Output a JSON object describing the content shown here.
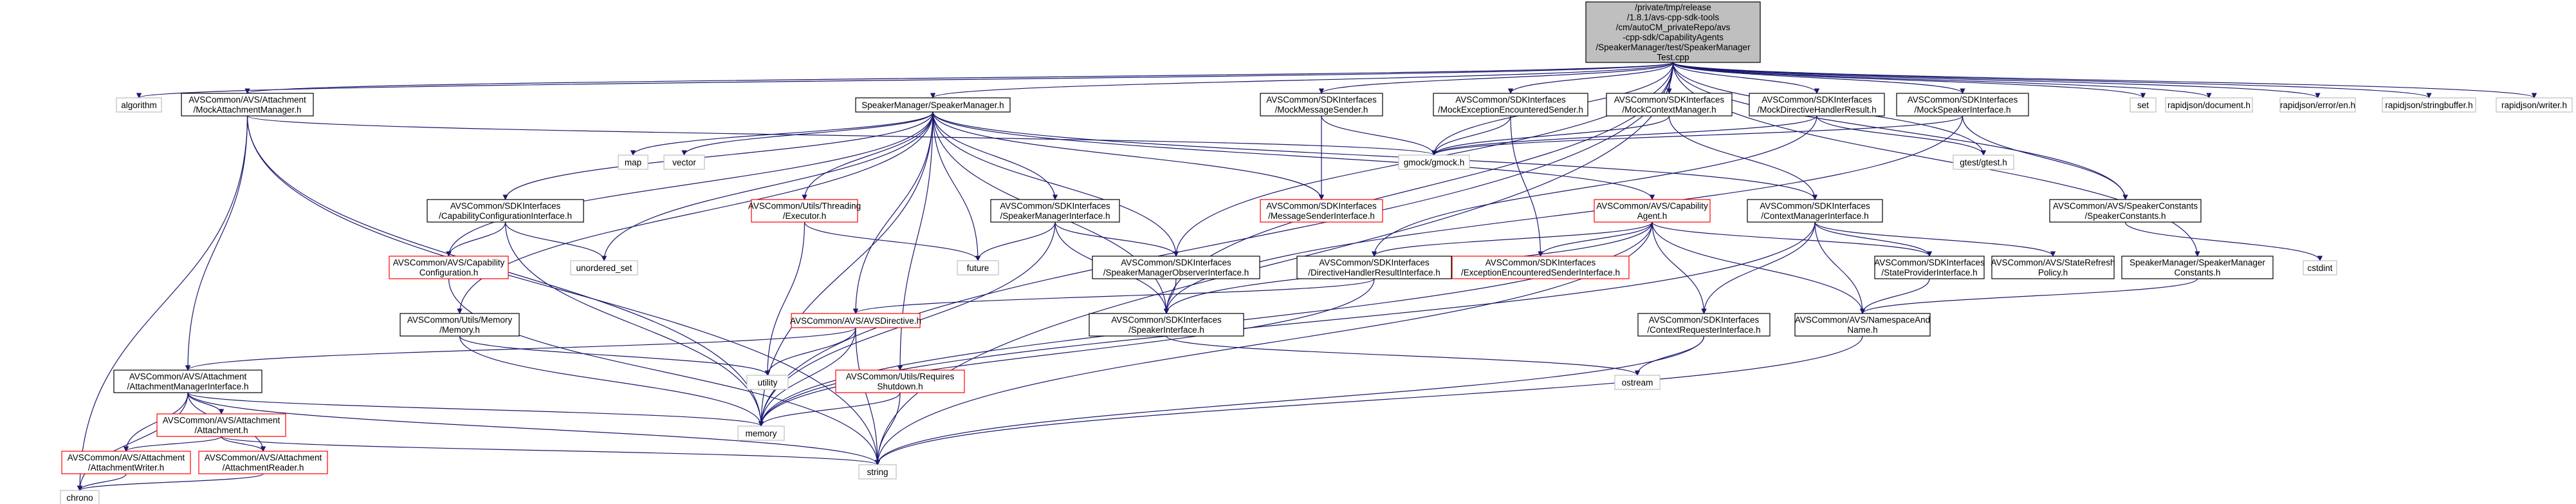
{
  "colors": {
    "root_fill": "#bfbfbf",
    "root_border": "#000000",
    "node_border": "#000000",
    "missing_border": "#ff0000",
    "plain_border": "#bfbfbf",
    "edge": "#191970"
  },
  "nodes": [
    {
      "id": "root",
      "style": "root",
      "lines": [
        "/private/tmp/release",
        "/1.8.1/avs-cpp-sdk-tools",
        "/cm/autoCM_privateRepo/avs",
        "-cpp-sdk/CapabilityAgents",
        "/SpeakerManager/test/SpeakerManager",
        "Test.cpp"
      ]
    },
    {
      "id": "algorithm",
      "style": "plain",
      "lines": [
        "algorithm"
      ]
    },
    {
      "id": "mockAttachmentManager",
      "style": "normal",
      "lines": [
        "AVSCommon/AVS/Attachment",
        "/MockAttachmentManager.h"
      ]
    },
    {
      "id": "speakerManager",
      "style": "normal",
      "lines": [
        "SpeakerManager/SpeakerManager.h"
      ]
    },
    {
      "id": "mockMessageSender",
      "style": "normal",
      "lines": [
        "AVSCommon/SDKInterfaces",
        "/MockMessageSender.h"
      ]
    },
    {
      "id": "mockExceptionSender",
      "style": "normal",
      "lines": [
        "AVSCommon/SDKInterfaces",
        "/MockExceptionEncounteredSender.h"
      ]
    },
    {
      "id": "mockContextManager",
      "style": "normal",
      "lines": [
        "AVSCommon/SDKInterfaces",
        "/MockContextManager.h"
      ]
    },
    {
      "id": "mockDirectiveHandlerResult",
      "style": "normal",
      "lines": [
        "AVSCommon/SDKInterfaces",
        "/MockDirectiveHandlerResult.h"
      ]
    },
    {
      "id": "mockSpeakerInterface",
      "style": "normal",
      "lines": [
        "AVSCommon/SDKInterfaces",
        "/MockSpeakerInterface.h"
      ]
    },
    {
      "id": "set",
      "style": "plain",
      "lines": [
        "set"
      ]
    },
    {
      "id": "rjDocument",
      "style": "plain",
      "lines": [
        "rapidjson/document.h"
      ]
    },
    {
      "id": "rjError",
      "style": "plain",
      "lines": [
        "rapidjson/error/en.h"
      ]
    },
    {
      "id": "rjStringbuffer",
      "style": "plain",
      "lines": [
        "rapidjson/stringbuffer.h"
      ]
    },
    {
      "id": "rjWriter",
      "style": "plain",
      "lines": [
        "rapidjson/writer.h"
      ]
    },
    {
      "id": "map",
      "style": "plain",
      "lines": [
        "map"
      ]
    },
    {
      "id": "vector",
      "style": "plain",
      "lines": [
        "vector"
      ]
    },
    {
      "id": "gmock",
      "style": "plain",
      "lines": [
        "gmock/gmock.h"
      ]
    },
    {
      "id": "gtest",
      "style": "plain",
      "lines": [
        "gtest/gtest.h"
      ]
    },
    {
      "id": "capabilityConfigurationInterface",
      "style": "normal",
      "lines": [
        "AVSCommon/SDKInterfaces",
        "/CapabilityConfigurationInterface.h"
      ]
    },
    {
      "id": "threadingExecutor",
      "style": "missing",
      "lines": [
        "AVSCommon/Utils/Threading",
        "/Executor.h"
      ]
    },
    {
      "id": "speakerManagerInterface",
      "style": "normal",
      "lines": [
        "AVSCommon/SDKInterfaces",
        "/SpeakerManagerInterface.h"
      ]
    },
    {
      "id": "messageSenderInterface",
      "style": "missing",
      "lines": [
        "AVSCommon/SDKInterfaces",
        "/MessageSenderInterface.h"
      ]
    },
    {
      "id": "capabilityAgent",
      "style": "missing",
      "lines": [
        "AVSCommon/AVS/Capability",
        "Agent.h"
      ]
    },
    {
      "id": "contextManagerInterface",
      "style": "normal",
      "lines": [
        "AVSCommon/SDKInterfaces",
        "/ContextManagerInterface.h"
      ]
    },
    {
      "id": "speakerConstants",
      "style": "normal",
      "lines": [
        "AVSCommon/AVS/SpeakerConstants",
        "/SpeakerConstants.h"
      ]
    },
    {
      "id": "capabilityConfiguration",
      "style": "missing",
      "lines": [
        "AVSCommon/AVS/Capability",
        "Configuration.h"
      ]
    },
    {
      "id": "unorderedSet",
      "style": "plain",
      "lines": [
        "unordered_set"
      ]
    },
    {
      "id": "future",
      "style": "plain",
      "lines": [
        "future"
      ]
    },
    {
      "id": "speakerManagerObserverInterface",
      "style": "normal",
      "lines": [
        "AVSCommon/SDKInterfaces",
        "/SpeakerManagerObserverInterface.h"
      ]
    },
    {
      "id": "exceptionSenderInterface",
      "style": "missing",
      "lines": [
        "AVSCommon/SDKInterfaces",
        "/ExceptionEncounteredSenderInterface.h"
      ]
    },
    {
      "id": "stateProviderInterface",
      "style": "normal",
      "lines": [
        "AVSCommon/SDKInterfaces",
        "/StateProviderInterface.h"
      ]
    },
    {
      "id": "stateRefreshPolicy",
      "style": "normal",
      "lines": [
        "AVSCommon/AVS/StateRefresh",
        "Policy.h"
      ]
    },
    {
      "id": "speakerManagerConstants",
      "style": "normal",
      "lines": [
        "SpeakerManager/SpeakerManager",
        "Constants.h"
      ]
    },
    {
      "id": "cstdint",
      "style": "plain",
      "lines": [
        "cstdint"
      ]
    },
    {
      "id": "utilsMemory",
      "style": "normal",
      "lines": [
        "AVSCommon/Utils/Memory",
        "/Memory.h"
      ]
    },
    {
      "id": "directiveHandlerResultInterface",
      "style": "normal",
      "lines": [
        "AVSCommon/SDKInterfaces",
        "/DirectiveHandlerResultInterface.h"
      ]
    },
    {
      "id": "avsDirective",
      "style": "missing",
      "lines": [
        "AVSCommon/AVS/AVSDirective.h"
      ]
    },
    {
      "id": "speakerInterface",
      "style": "normal",
      "lines": [
        "AVSCommon/SDKInterfaces",
        "/SpeakerInterface.h"
      ]
    },
    {
      "id": "contextRequesterInterface",
      "style": "normal",
      "lines": [
        "AVSCommon/SDKInterfaces",
        "/ContextRequesterInterface.h"
      ]
    },
    {
      "id": "namespaceAndName",
      "style": "normal",
      "lines": [
        "AVSCommon/AVS/NamespaceAnd",
        "Name.h"
      ]
    },
    {
      "id": "attachmentManagerInterface",
      "style": "normal",
      "lines": [
        "AVSCommon/AVS/Attachment",
        "/AttachmentManagerInterface.h"
      ]
    },
    {
      "id": "utility",
      "style": "plain",
      "lines": [
        "utility"
      ]
    },
    {
      "id": "requiresShutdown",
      "style": "missing",
      "lines": [
        "AVSCommon/Utils/Requires",
        "Shutdown.h"
      ]
    },
    {
      "id": "ostream",
      "style": "plain",
      "lines": [
        "ostream"
      ]
    },
    {
      "id": "attachment",
      "style": "missing",
      "lines": [
        "AVSCommon/AVS/Attachment",
        "/Attachment.h"
      ]
    },
    {
      "id": "memory",
      "style": "plain",
      "lines": [
        "memory"
      ]
    },
    {
      "id": "attachmentWriter",
      "style": "missing",
      "lines": [
        "AVSCommon/AVS/Attachment",
        "/AttachmentWriter.h"
      ]
    },
    {
      "id": "attachmentReader",
      "style": "missing",
      "lines": [
        "AVSCommon/AVS/Attachment",
        "/AttachmentReader.h"
      ]
    },
    {
      "id": "string",
      "style": "plain",
      "lines": [
        "string"
      ]
    },
    {
      "id": "chrono",
      "style": "plain",
      "lines": [
        "chrono"
      ]
    }
  ],
  "edges": [
    [
      "root",
      "algorithm"
    ],
    [
      "root",
      "mockAttachmentManager"
    ],
    [
      "root",
      "speakerManager"
    ],
    [
      "root",
      "mockMessageSender"
    ],
    [
      "root",
      "mockExceptionSender"
    ],
    [
      "root",
      "mockContextManager"
    ],
    [
      "root",
      "mockDirectiveHandlerResult"
    ],
    [
      "root",
      "mockSpeakerInterface"
    ],
    [
      "root",
      "set"
    ],
    [
      "root",
      "rjDocument"
    ],
    [
      "root",
      "rjError"
    ],
    [
      "root",
      "rjStringbuffer"
    ],
    [
      "root",
      "rjWriter"
    ],
    [
      "root",
      "gmock"
    ],
    [
      "root",
      "gtest"
    ],
    [
      "root",
      "speakerConstants"
    ],
    [
      "root",
      "speakerManagerConstants"
    ],
    [
      "root",
      "speakerInterface"
    ],
    [
      "root",
      "speakerManagerObserverInterface"
    ],
    [
      "root",
      "memory"
    ],
    [
      "root",
      "string"
    ],
    [
      "mockAttachmentManager",
      "attachmentManagerInterface"
    ],
    [
      "mockAttachmentManager",
      "gmock"
    ],
    [
      "mockAttachmentManager",
      "memory"
    ],
    [
      "mockAttachmentManager",
      "string"
    ],
    [
      "mockAttachmentManager",
      "chrono"
    ],
    [
      "speakerManager",
      "capabilityConfigurationInterface"
    ],
    [
      "speakerManager",
      "threadingExecutor"
    ],
    [
      "speakerManager",
      "speakerManagerInterface"
    ],
    [
      "speakerManager",
      "messageSenderInterface"
    ],
    [
      "speakerManager",
      "capabilityAgent"
    ],
    [
      "speakerManager",
      "contextManagerInterface"
    ],
    [
      "speakerManager",
      "capabilityConfiguration"
    ],
    [
      "speakerManager",
      "unorderedSet"
    ],
    [
      "speakerManager",
      "future"
    ],
    [
      "speakerManager",
      "map"
    ],
    [
      "speakerManager",
      "vector"
    ],
    [
      "speakerManager",
      "utilsMemory"
    ],
    [
      "speakerManager",
      "avsDirective"
    ],
    [
      "speakerManager",
      "requiresShutdown"
    ],
    [
      "speakerManager",
      "speakerManagerObserverInterface"
    ],
    [
      "speakerManager",
      "speakerInterface"
    ],
    [
      "speakerManager",
      "memory"
    ],
    [
      "mockMessageSender",
      "messageSenderInterface"
    ],
    [
      "mockMessageSender",
      "gmock"
    ],
    [
      "mockExceptionSender",
      "exceptionSenderInterface"
    ],
    [
      "mockExceptionSender",
      "gmock"
    ],
    [
      "mockContextManager",
      "contextManagerInterface"
    ],
    [
      "mockContextManager",
      "gmock"
    ],
    [
      "mockDirectiveHandlerResult",
      "directiveHandlerResultInterface"
    ],
    [
      "mockDirectiveHandlerResult",
      "gmock"
    ],
    [
      "mockDirectiveHandlerResult",
      "gtest"
    ],
    [
      "mockSpeakerInterface",
      "speakerInterface"
    ],
    [
      "mockSpeakerInterface",
      "gmock"
    ],
    [
      "mockSpeakerInterface",
      "speakerConstants"
    ],
    [
      "capabilityConfigurationInterface",
      "capabilityConfiguration"
    ],
    [
      "capabilityConfigurationInterface",
      "unorderedSet"
    ],
    [
      "capabilityConfigurationInterface",
      "memory"
    ],
    [
      "threadingExecutor",
      "future"
    ],
    [
      "threadingExecutor",
      "utility"
    ],
    [
      "speakerManagerInterface",
      "future"
    ],
    [
      "speakerManagerInterface",
      "speakerManagerObserverInterface"
    ],
    [
      "speakerManagerInterface",
      "speakerInterface"
    ],
    [
      "speakerManagerInterface",
      "memory"
    ],
    [
      "capabilityAgent",
      "directiveHandlerResultInterface"
    ],
    [
      "capabilityAgent",
      "exceptionSenderInterface"
    ],
    [
      "capabilityAgent",
      "stateProviderInterface"
    ],
    [
      "capabilityAgent",
      "contextRequesterInterface"
    ],
    [
      "capabilityAgent",
      "namespaceAndName"
    ],
    [
      "capabilityAgent",
      "speakerInterface"
    ],
    [
      "capabilityAgent",
      "memory"
    ],
    [
      "capabilityAgent",
      "string"
    ],
    [
      "contextManagerInterface",
      "stateProviderInterface"
    ],
    [
      "contextManagerInterface",
      "contextRequesterInterface"
    ],
    [
      "contextManagerInterface",
      "stateRefreshPolicy"
    ],
    [
      "contextManagerInterface",
      "namespaceAndName"
    ],
    [
      "contextManagerInterface",
      "memory"
    ],
    [
      "speakerConstants",
      "cstdint"
    ],
    [
      "capabilityConfiguration",
      "string"
    ],
    [
      "speakerManagerObserverInterface",
      "speakerInterface"
    ],
    [
      "stateProviderInterface",
      "namespaceAndName"
    ],
    [
      "speakerManagerConstants",
      "namespaceAndName"
    ],
    [
      "utilsMemory",
      "utility"
    ],
    [
      "utilsMemory",
      "memory"
    ],
    [
      "directiveHandlerResultInterface",
      "avsDirective"
    ],
    [
      "directiveHandlerResultInterface",
      "memory"
    ],
    [
      "avsDirective",
      "attachmentManagerInterface"
    ],
    [
      "avsDirective",
      "utility"
    ],
    [
      "avsDirective",
      "memory"
    ],
    [
      "avsDirective",
      "string"
    ],
    [
      "speakerInterface",
      "ostream"
    ],
    [
      "contextRequesterInterface",
      "ostream"
    ],
    [
      "contextRequesterInterface",
      "string"
    ],
    [
      "namespaceAndName",
      "string"
    ],
    [
      "attachmentManagerInterface",
      "attachment"
    ],
    [
      "attachmentManagerInterface",
      "attachmentWriter"
    ],
    [
      "attachmentManagerInterface",
      "attachmentReader"
    ],
    [
      "attachmentManagerInterface",
      "memory"
    ],
    [
      "attachmentManagerInterface",
      "string"
    ],
    [
      "attachmentManagerInterface",
      "chrono"
    ],
    [
      "requiresShutdown",
      "memory"
    ],
    [
      "requiresShutdown",
      "string"
    ],
    [
      "attachment",
      "attachmentWriter"
    ],
    [
      "attachment",
      "attachmentReader"
    ],
    [
      "attachment",
      "string"
    ],
    [
      "attachmentWriter",
      "chrono"
    ],
    [
      "attachmentReader",
      "chrono"
    ]
  ]
}
